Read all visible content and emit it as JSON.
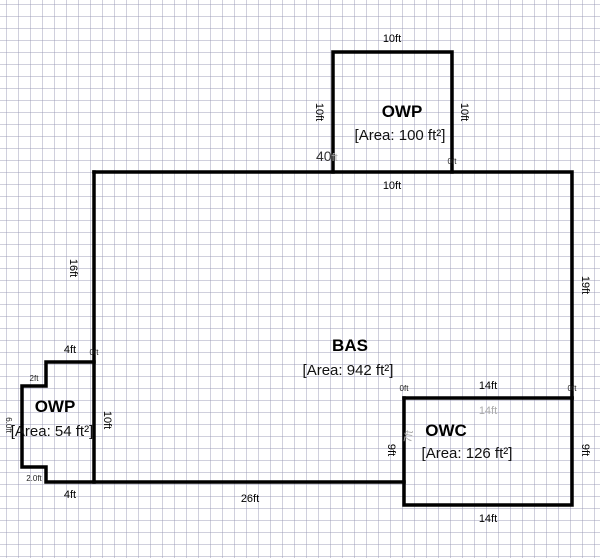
{
  "diagram": {
    "type": "floor-plan-sketch",
    "units": "ft",
    "rooms": [
      {
        "id": "bas",
        "name": "BAS",
        "area_label": "[Area: 942 ft²]",
        "dimensions": {
          "top": "10ft",
          "left": "16ft",
          "right": "19ft",
          "bottom": "26ft",
          "left_offset": "10ft"
        }
      },
      {
        "id": "owp_top",
        "name": "OWP",
        "area_label": "[Area: 100 ft²]",
        "dimensions": {
          "top": "10ft",
          "left": "10ft",
          "right": "10ft",
          "bottom": "10ft"
        }
      },
      {
        "id": "owp_left",
        "name": "OWP",
        "area_label": "[Area: 54 ft²]",
        "dimensions": {
          "top": "4ft",
          "bottom": "4ft",
          "right": "10ft",
          "left": "6.0ft",
          "notch_top": "2ft",
          "notch_bottom": "2.0ft"
        }
      },
      {
        "id": "owc",
        "name": "OWC",
        "area_label": "[Area: 126 ft²]",
        "dimensions": {
          "top": "14ft",
          "bottom": "14ft",
          "left": "9ft",
          "right": "9ft",
          "inner_top": "14ft",
          "inner_left": "7ft"
        }
      }
    ],
    "misc_labels": {
      "forty": "40",
      "forty_suffix": "ft",
      "zero_ft": "0ft"
    }
  }
}
